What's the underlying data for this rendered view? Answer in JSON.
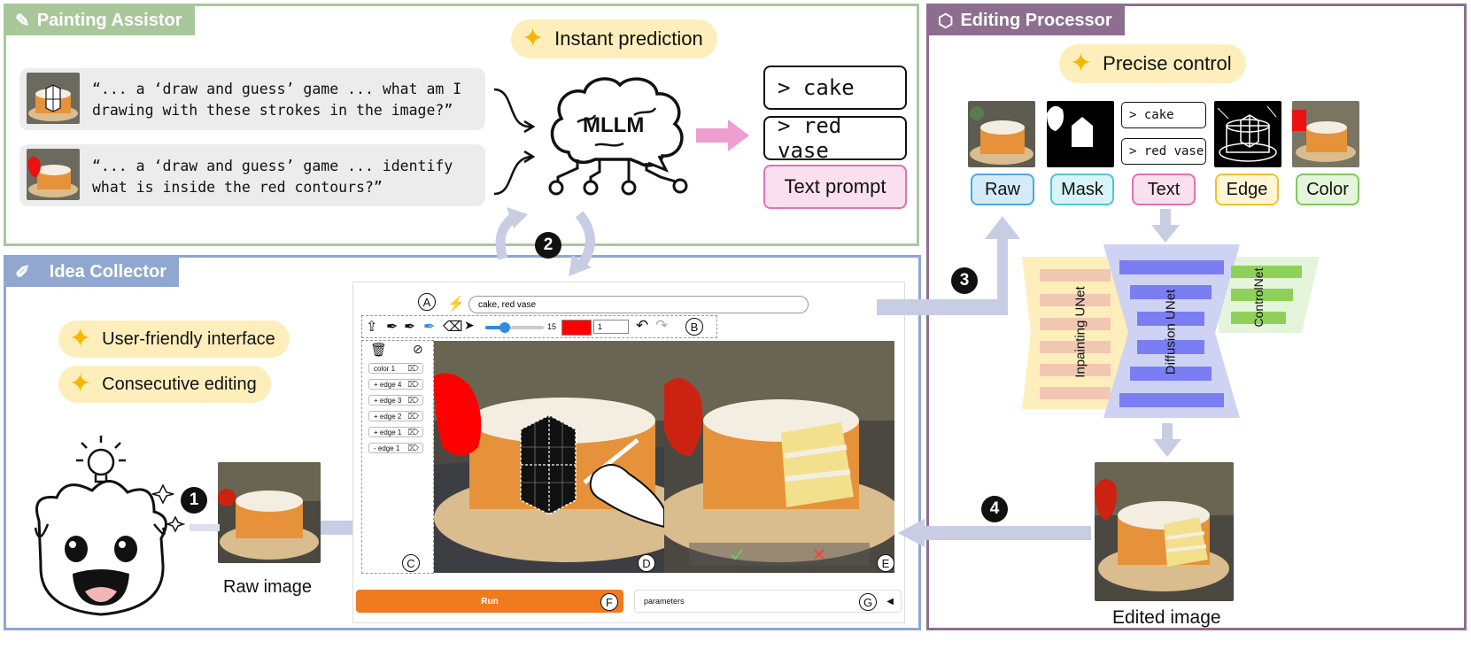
{
  "painting_assistor": {
    "title": "Painting Assistor",
    "badge": "Instant prediction",
    "query1": "“... a ‘draw and guess’ game ... what am I drawing with these strokes in the image?”",
    "query2": "“... a ‘draw and guess’ game ... identify what is inside the red contours?”",
    "model": "MLLM",
    "outputs": [
      "> cake",
      "> red vase"
    ],
    "text_prompt": "Text prompt"
  },
  "editing_processor": {
    "title": "Editing Processor",
    "badge": "Precise control",
    "text_items": [
      "> cake",
      "> red vase"
    ],
    "conditions": [
      {
        "label": "Raw",
        "color": "#4aa8e0",
        "bg": "#d4ecfa"
      },
      {
        "label": "Mask",
        "color": "#4cc6d6",
        "bg": "#d8f4f7"
      },
      {
        "label": "Text",
        "color": "#e071b3",
        "bg": "#fae0ef"
      },
      {
        "label": "Edge",
        "color": "#f2c12e",
        "bg": "#fff6d6"
      },
      {
        "label": "Color",
        "color": "#7cc95a",
        "bg": "#e5f5dc"
      }
    ],
    "unets": {
      "inpainting": "Inpainting UNet",
      "diffusion": "Diffusion UNet",
      "controlnet": "ControlNet"
    },
    "edited_image_label": "Edited image"
  },
  "idea_collector": {
    "title": "Idea Collector",
    "badges": [
      "User-friendly interface",
      "Consecutive editing"
    ],
    "raw_image_label": "Raw image",
    "ui": {
      "prompt_value": "cake, red vase",
      "slider_value": "15",
      "stroke_width": "1",
      "layers": [
        "color 1",
        "+ edge 4",
        "+ edge 3",
        "+ edge 2",
        "+ edge 1",
        "- edge 1"
      ],
      "run_label": "Run",
      "parameters_label": "parameters"
    },
    "callouts": [
      "A",
      "B",
      "C",
      "D",
      "E",
      "F",
      "G"
    ]
  },
  "steps": [
    "1",
    "2",
    "3",
    "4"
  ],
  "colors": {
    "assistor": "#a9c79b",
    "processor": "#8e6e8e",
    "collector": "#8fa7d1",
    "badge_bg": "#fdeebb",
    "arrow": "#c9cde3",
    "run_button": "#f07a1e"
  }
}
